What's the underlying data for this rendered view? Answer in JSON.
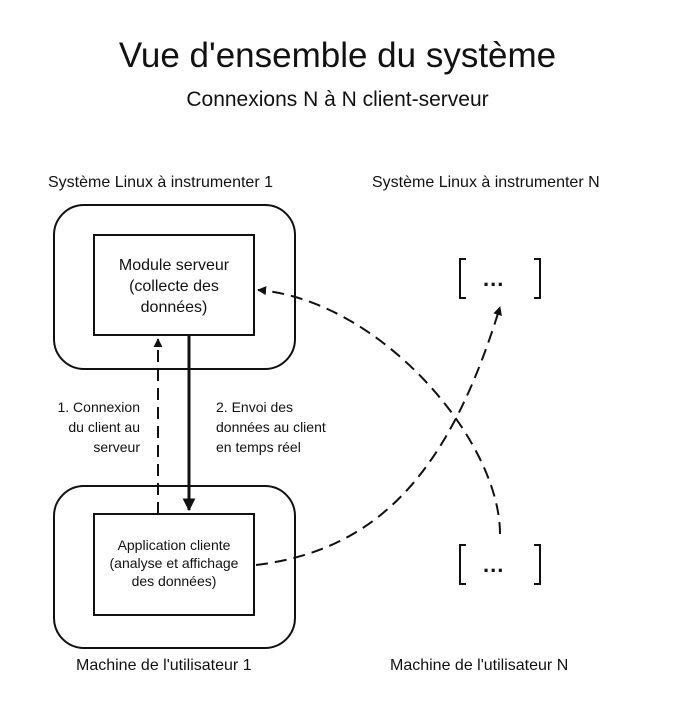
{
  "title": "Vue d'ensemble du système",
  "subtitle": "Connexions N à N client-serveur",
  "server_system_1": {
    "label": "Système Linux à instrumenter 1",
    "module_lines": [
      "Module serveur",
      "(collecte des",
      "données)"
    ]
  },
  "server_system_n": {
    "label": "Système Linux à instrumenter N",
    "placeholder": "..."
  },
  "user_machine_1": {
    "label": "Machine de l'utilisateur 1",
    "app_lines": [
      "Application cliente",
      "(analyse et affichage",
      "des données)"
    ]
  },
  "user_machine_n": {
    "label": "Machine de l'utilisateur N",
    "placeholder": "..."
  },
  "arrows": {
    "connection_lines": [
      "1. Connexion",
      "du client au",
      "serveur"
    ],
    "data_lines": [
      "2. Envoi des",
      "données au client",
      "en temps réel"
    ]
  }
}
